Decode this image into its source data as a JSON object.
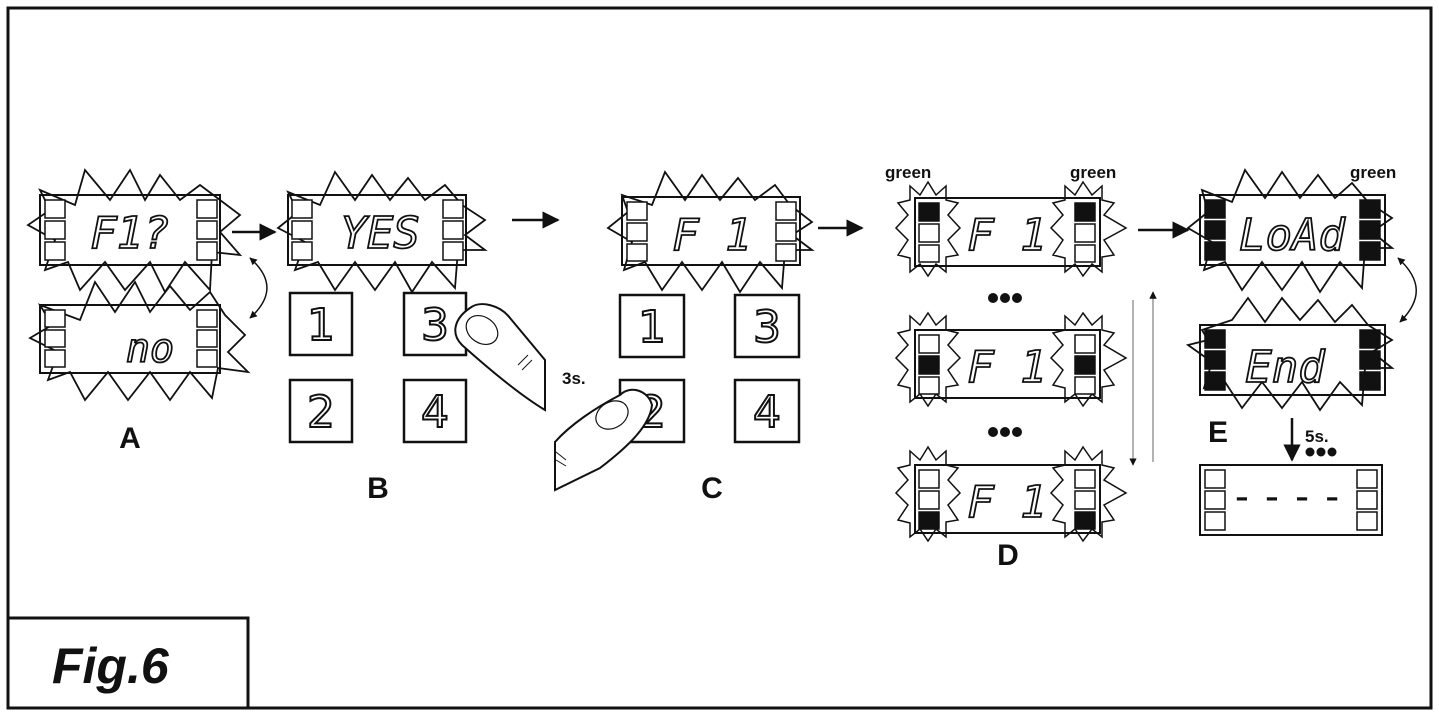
{
  "figure": {
    "caption": "Fig.6"
  },
  "panels": {
    "A": {
      "label": "A",
      "display_top": "F1?",
      "display_bottom": "no"
    },
    "B": {
      "label": "B",
      "display": "YES",
      "keys": [
        "1",
        "3",
        "2",
        "4"
      ]
    },
    "C": {
      "label": "C",
      "display": "F 1",
      "keys": [
        "1",
        "3",
        "2",
        "4"
      ],
      "hold_time": "3s."
    },
    "D": {
      "label": "D",
      "display": "F 1",
      "led_color_left": "green",
      "led_color_right": "green"
    },
    "E": {
      "label": "E",
      "display_top": "LoAd",
      "display_bottom": "End",
      "led_color": "green",
      "wait_time": "5s.",
      "final_display": "----"
    }
  }
}
